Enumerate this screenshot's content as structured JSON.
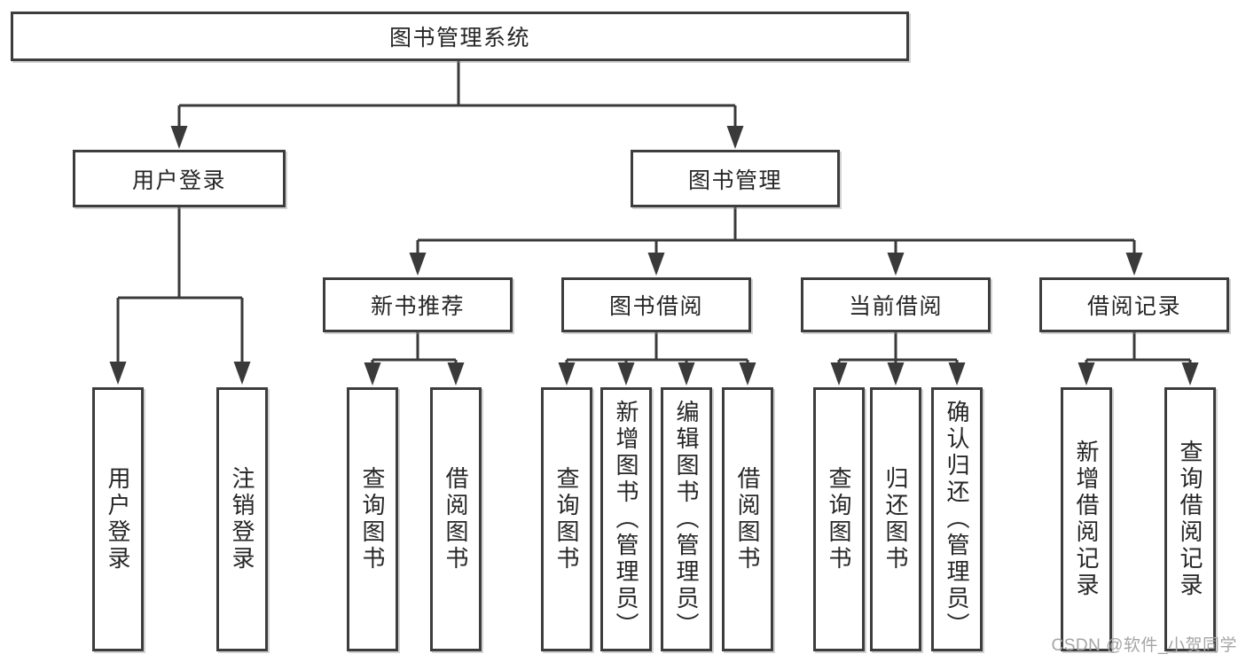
{
  "colors": {
    "background": "#ffffff",
    "box-bg": "#ffffff",
    "box-border": "#3d3d3d",
    "line": "#3a3a3a",
    "text": "#262626",
    "watermark": "#a5a5a5"
  },
  "watermark": "CSDN @软件_小贺同学",
  "diagram": {
    "root": "图书管理系统",
    "level2": [
      {
        "label": "用户登录",
        "children": [
          {
            "label": "用户登录"
          },
          {
            "label": "注销登录"
          }
        ]
      },
      {
        "label": "图书管理",
        "groups": [
          {
            "label": "新书推荐",
            "children": [
              {
                "label": "查询图书"
              },
              {
                "label": "借阅图书"
              }
            ]
          },
          {
            "label": "图书借阅",
            "children": [
              {
                "label": "查询图书"
              },
              {
                "label": "新增图书（管理员）"
              },
              {
                "label": "编辑图书（管理员）"
              },
              {
                "label": "借阅图书"
              }
            ]
          },
          {
            "label": "当前借阅",
            "children": [
              {
                "label": "查询图书"
              },
              {
                "label": "归还图书"
              },
              {
                "label": "确认归还（管理员）"
              }
            ]
          },
          {
            "label": "借阅记录",
            "children": [
              {
                "label": "新增借阅记录"
              },
              {
                "label": "查询借阅记录"
              }
            ]
          }
        ]
      }
    ]
  }
}
